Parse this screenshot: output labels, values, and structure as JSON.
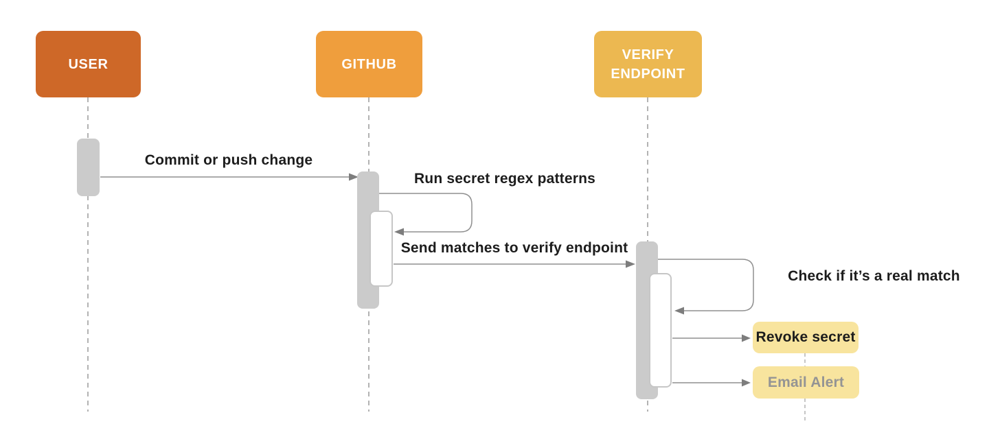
{
  "diagram": {
    "type": "sequence-diagram",
    "actors": [
      {
        "name": "USER",
        "color": "#ce6828"
      },
      {
        "name": "GITHUB",
        "color": "#ef9e3d"
      },
      {
        "name": "VERIFY ENDPOINT",
        "color": "#ecb851"
      }
    ],
    "messages": [
      {
        "from": "USER",
        "to": "GITHUB",
        "label": "Commit or push change"
      },
      {
        "from": "GITHUB",
        "to": "GITHUB",
        "label": "Run secret regex patterns",
        "self": true
      },
      {
        "from": "GITHUB",
        "to": "VERIFY ENDPOINT",
        "label": "Send matches to verify endpoint"
      },
      {
        "from": "VERIFY ENDPOINT",
        "to": "VERIFY ENDPOINT",
        "label": "Check if it’s a real match",
        "self": true
      }
    ],
    "notes": [
      {
        "label": "Revoke secret",
        "fill": "#f8e49e",
        "text_color": "#1c1c1c"
      },
      {
        "label": "Email Alert",
        "fill": "#f8e49e",
        "text_color": "#949494"
      }
    ],
    "colors": {
      "activation_bar": "#cbcbcb",
      "lifeline": "#b3b3b3",
      "arrow_line": "#8f8f8f",
      "arrowhead": "#7d7d7d",
      "label_text": "#1c1c1c"
    }
  }
}
